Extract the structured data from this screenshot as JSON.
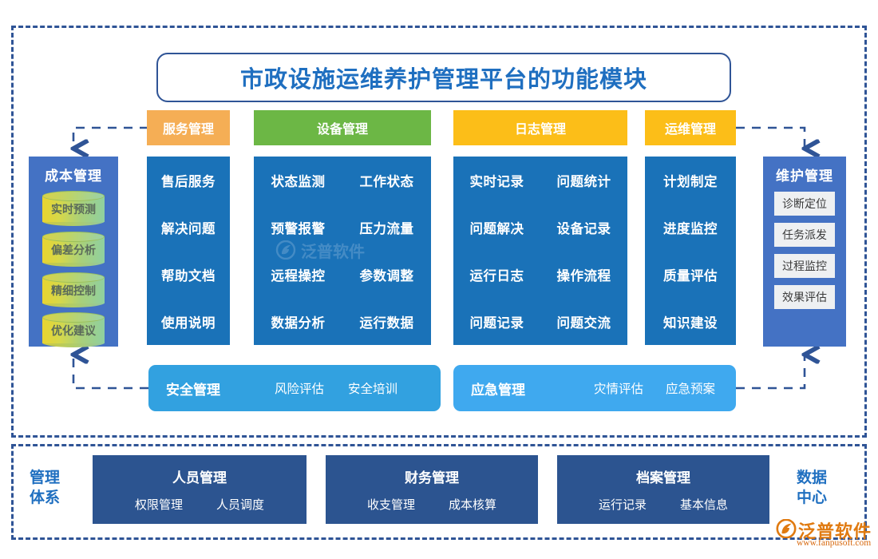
{
  "title": "市政设施运维养护管理平台的功能模块",
  "tabs": [
    {
      "label": "服务管理",
      "color": "#f5ae55"
    },
    {
      "label": "设备管理",
      "color": "#6cb745"
    },
    {
      "label": "日志管理",
      "color": "#fcbe18"
    },
    {
      "label": "运维管理",
      "color": "#fcbe18"
    }
  ],
  "panels": [
    {
      "name": "service",
      "columns": 1,
      "items": [
        "售后服务",
        "解决问题",
        "帮助文档",
        "使用说明"
      ]
    },
    {
      "name": "equipment",
      "columns": 2,
      "items": [
        "状态监测",
        "工作状态",
        "预警报警",
        "压力流量",
        "远程操控",
        "参数调整",
        "数据分析",
        "运行数据"
      ]
    },
    {
      "name": "log",
      "columns": 2,
      "items": [
        "实时记录",
        "问题统计",
        "问题解决",
        "设备记录",
        "运行日志",
        "操作流程",
        "问题记录",
        "问题交流"
      ]
    },
    {
      "name": "ops",
      "columns": 1,
      "items": [
        "计划制定",
        "进度监控",
        "质量评估",
        "知识建设"
      ]
    }
  ],
  "cost_column": {
    "title": "成本管理",
    "items": [
      "实时预测",
      "偏差分析",
      "精细控制",
      "优化建议"
    ]
  },
  "maintenance_column": {
    "title": "维护管理",
    "items": [
      "诊断定位",
      "任务派发",
      "过程监控",
      "效果评估"
    ]
  },
  "wide_rows": [
    {
      "title": "安全管理",
      "items": [
        "风险评估",
        "安全培训"
      ]
    },
    {
      "title": "应急管理",
      "items": [
        "灾情评估",
        "应急预案"
      ]
    }
  ],
  "bottom": {
    "left_label": "管理\n体系",
    "left_label_line1": "管理",
    "left_label_line2": "体系",
    "right_label_line1": "数据",
    "right_label_line2": "中心",
    "boxes": [
      {
        "title": "人员管理",
        "items": [
          "权限管理",
          "人员调度"
        ]
      },
      {
        "title": "财务管理",
        "items": [
          "收支管理",
          "成本核算"
        ]
      },
      {
        "title": "档案管理",
        "items": [
          "运行记录",
          "基本信息"
        ]
      }
    ]
  },
  "branding": {
    "logo_text": "泛普软件",
    "logo_url": "www.fanpusoft.com",
    "watermark_text": "泛普软件"
  },
  "colors": {
    "frame": "#2f5496",
    "title_text": "#1f6fc0",
    "panel_blue": "#1a72b8",
    "side_blue": "#4472c4",
    "row_blue": "#32a1e0",
    "dark_blue": "#2c5490"
  }
}
